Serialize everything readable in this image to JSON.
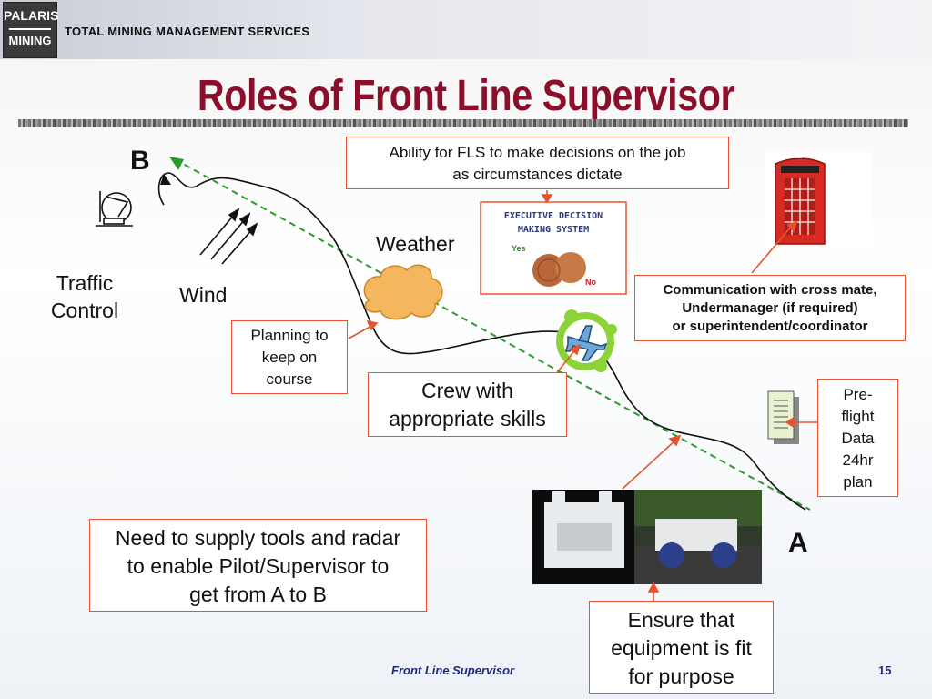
{
  "header": {
    "logo_line1": "PALARIS",
    "logo_line2": "MINING",
    "company": "TOTAL MINING MANAGEMENT SERVICES"
  },
  "slide": {
    "title": "Roles of Front Line Supervisor",
    "label_b": "B",
    "label_a": "A",
    "traffic_control": [
      "Traffic",
      "Control"
    ],
    "wind": "Wind",
    "weather": "Weather",
    "decisions": [
      "Ability for FLS to make decisions on the job",
      "as circumstances dictate"
    ],
    "decision_image": {
      "line1": "EXECUTIVE DECISION",
      "line2": "MAKING SYSTEM",
      "yes": "Yes",
      "no": "No"
    },
    "communication": [
      "Communication with cross mate,",
      "Undermanager (if required)",
      "or superintendent/coordinator"
    ],
    "telephone_label": "TELEPHONE",
    "planning": [
      "Planning to",
      "keep on",
      "course"
    ],
    "crew": [
      "Crew with",
      "appropriate skills"
    ],
    "preflight": [
      "Pre-",
      "flight",
      "Data",
      "24hr",
      "plan"
    ],
    "tools": [
      "Need to supply tools and radar",
      "to enable Pilot/Supervisor to",
      "get from A to B"
    ],
    "equipment": [
      "Ensure that",
      "equipment is fit",
      "for purpose"
    ]
  },
  "footer": {
    "label": "Front Line Supervisor",
    "page": "15"
  },
  "colors": {
    "title": "#8b0f2a",
    "box_border": "#e8532f",
    "dash_line": "#2a9a2a",
    "footer": "#1f2a7a"
  }
}
